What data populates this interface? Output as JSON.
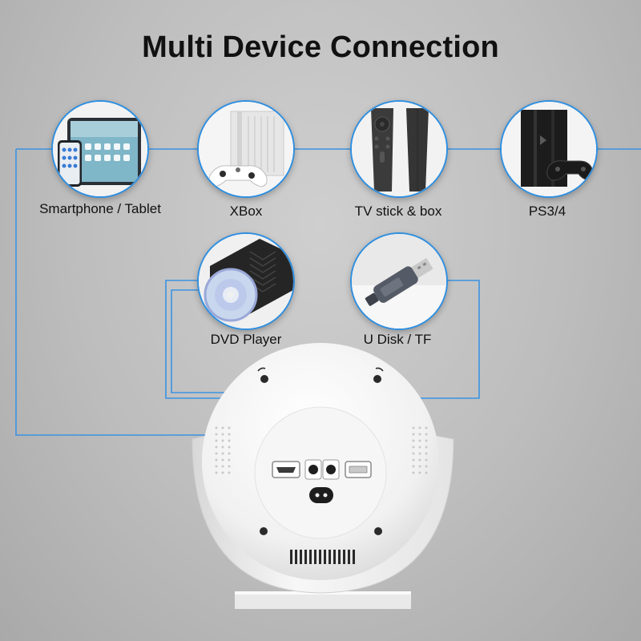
{
  "title": "Multi Device Connection",
  "devices": [
    {
      "label": "Smartphone / Tablet"
    },
    {
      "label": "XBox"
    },
    {
      "label": "TV stick & box"
    },
    {
      "label": "PS3/4"
    },
    {
      "label": "DVD Player"
    },
    {
      "label": "U Disk / TF"
    }
  ],
  "ports": [
    "hdmi-port",
    "audio-port",
    "audio-port",
    "usb-port"
  ],
  "colors": {
    "accent": "#2f8fe0",
    "background": "#bdbdbd",
    "projector_body": "#f4f4f4"
  }
}
